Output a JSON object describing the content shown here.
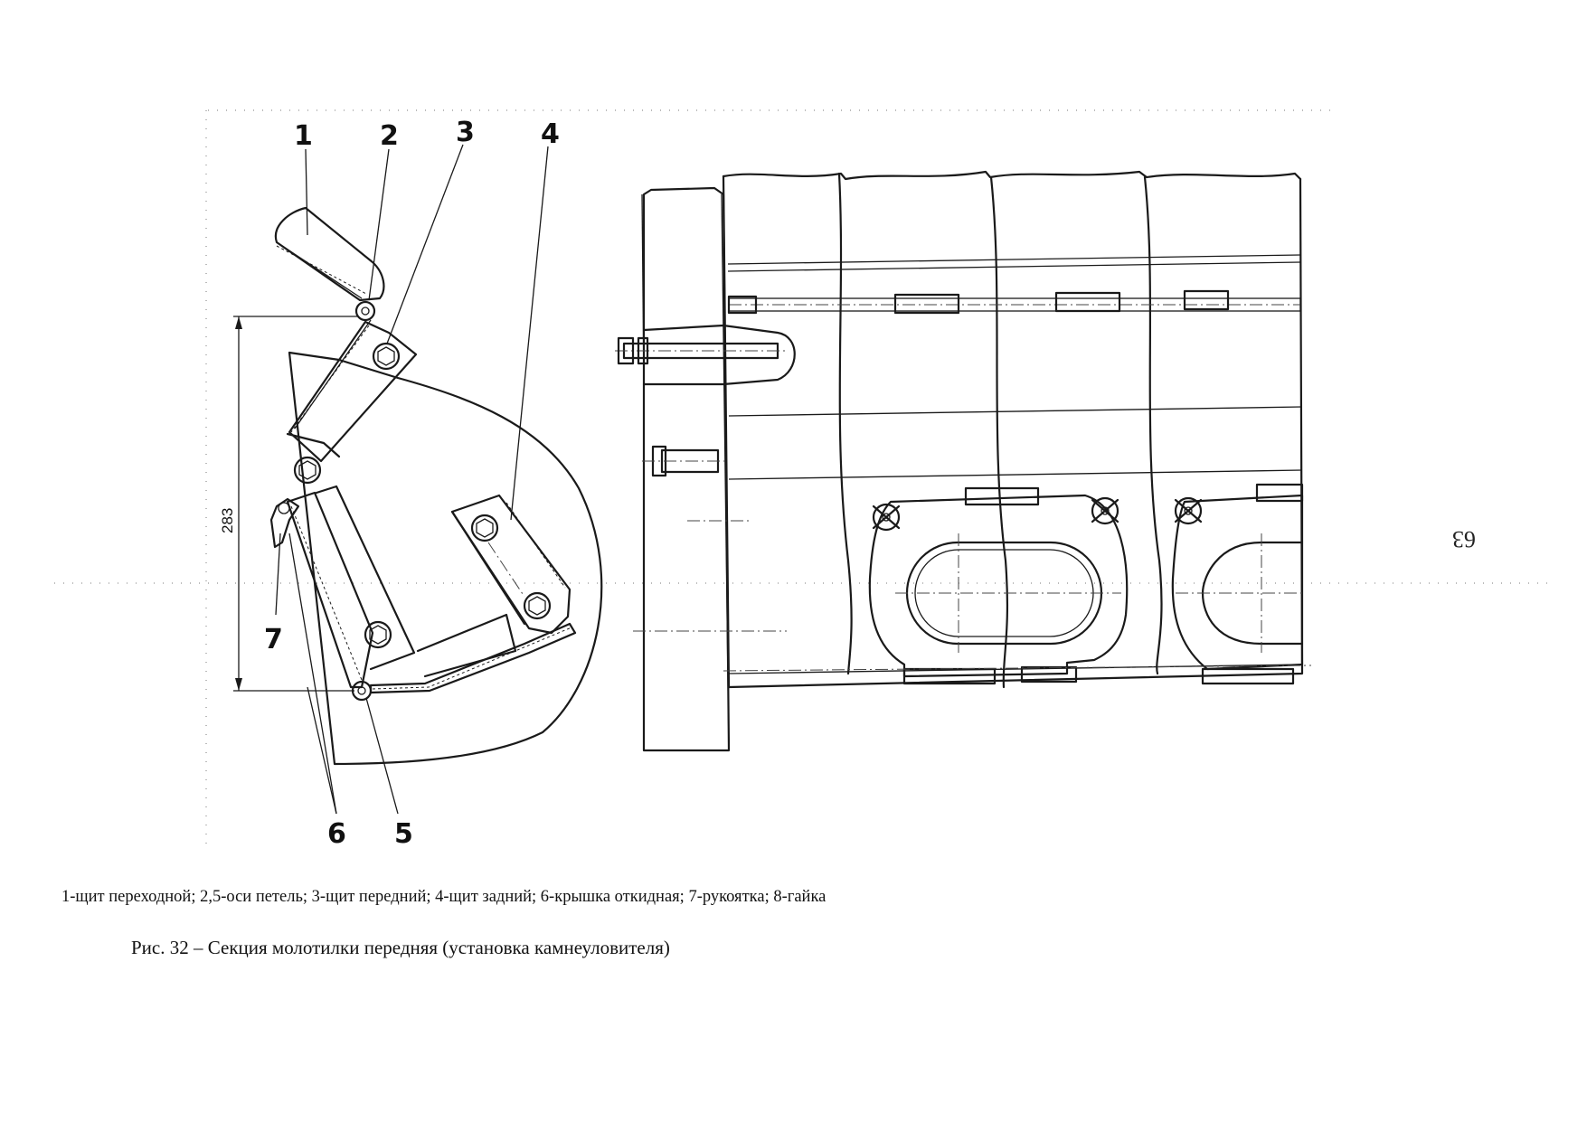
{
  "callouts": {
    "c1": "1",
    "c2": "2",
    "c3": "3",
    "c4": "4",
    "c5": "5",
    "c6": "6",
    "c7": "7"
  },
  "dimension": "283",
  "page_number": "63",
  "legend": "1-щит переходной; 2,5-оси петель; 3-щит передний; 4-щит задний; 6-крышка откидная; 7-рукоятка; 8-гайка",
  "caption": "Рис. 32 – Секция молотилки передняя (установка камнеуловителя)"
}
